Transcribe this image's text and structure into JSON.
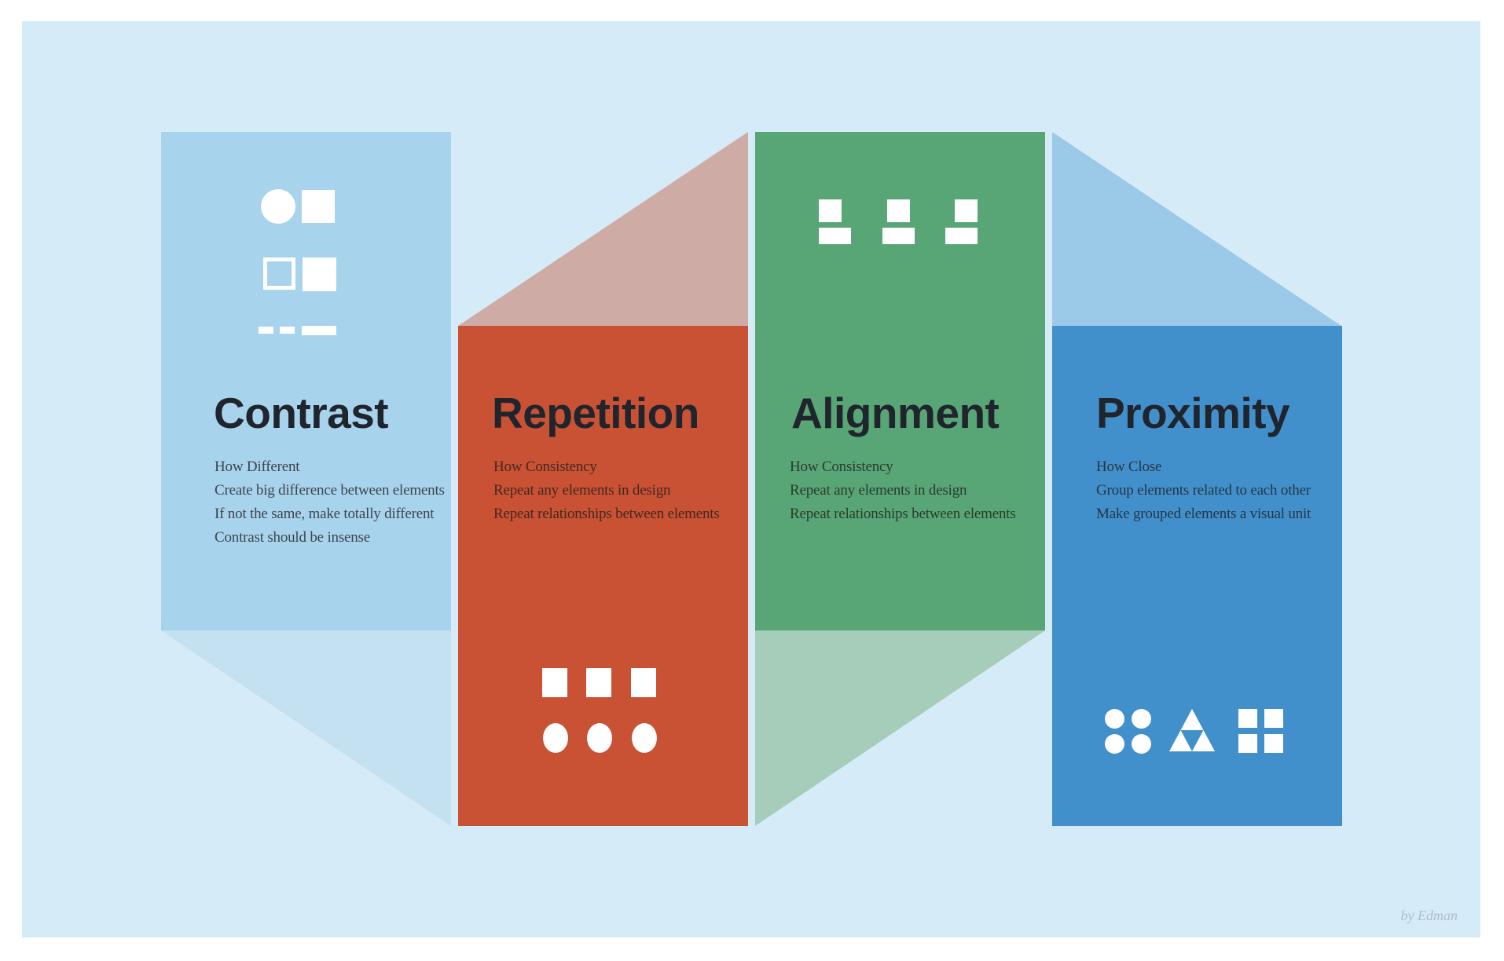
{
  "colors": {
    "page-border": "#ffffff",
    "background": "#d5ebf7",
    "title-ink": "#20252d",
    "body-ink": "rgba(30,28,30,0.78)",
    "icon-white": "#ffffff",
    "signature-ink": "#abbfcb",
    "contrast-panel": "#a8d3ec",
    "contrast-fold": "#c3e1f1",
    "repetition-panel": "#c85233",
    "repetition-fold": "#cfaba5",
    "alignment-panel": "#58a576",
    "alignment-fold": "#a6cdb9",
    "proximity-panel": "#4290cb",
    "proximity-fold": "#9bc9e8"
  },
  "panels": [
    {
      "id": "contrast",
      "title": "Contrast",
      "lines": [
        "How Different",
        "Create big difference between elements",
        "If not the same, make totally different",
        "Contrast should be insense"
      ],
      "icon_names": [
        "filled-circle",
        "filled-square",
        "outlined-square",
        "filled-square",
        "dash",
        "dash",
        "wide-dash"
      ]
    },
    {
      "id": "repetition",
      "title": "Repetition",
      "lines": [
        "How Consistency",
        "Repeat any elements in design",
        "Repeat relationships between elements"
      ],
      "icon_names": [
        "filled-square",
        "filled-square",
        "filled-square",
        "filled-circle",
        "filled-circle",
        "filled-circle"
      ]
    },
    {
      "id": "alignment",
      "title": "Alignment",
      "lines": [
        "How Consistency",
        "Repeat any elements in design",
        "Repeat relationships between elements"
      ],
      "icon_names": [
        "left-aligned-blocks",
        "center-aligned-blocks",
        "right-aligned-blocks"
      ]
    },
    {
      "id": "proximity",
      "title": "Proximity",
      "lines": [
        "How Close",
        "Group elements related to each other",
        "Make grouped elements a visual unit"
      ],
      "icon_names": [
        "circle-grid",
        "triangle-cluster",
        "square-grid"
      ]
    }
  ],
  "signature": "by Edman"
}
